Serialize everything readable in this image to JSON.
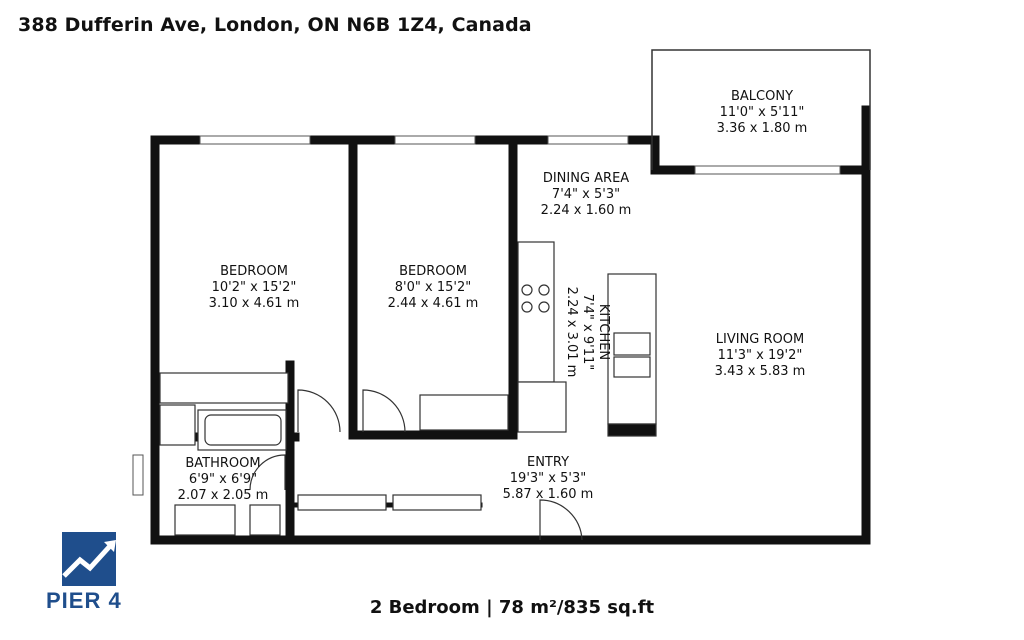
{
  "header": {
    "address": "388 Dufferin Ave, London, ON N6B 1Z4, Canada"
  },
  "footer": {
    "summary": "2 Bedroom | 78 m²/835 sq.ft"
  },
  "logo": {
    "name": "PIER 4",
    "icon": "rising-arrow-icon"
  },
  "rooms": {
    "bedroom1": {
      "name": "BEDROOM",
      "imperial": "10'2\" x 15'2\"",
      "metric": "3.10 x 4.61 m"
    },
    "bedroom2": {
      "name": "BEDROOM",
      "imperial": "8'0\" x 15'2\"",
      "metric": "2.44 x 4.61 m"
    },
    "dining": {
      "name": "DINING AREA",
      "imperial": "7'4\" x 5'3\"",
      "metric": "2.24 x 1.60 m"
    },
    "balcony": {
      "name": "BALCONY",
      "imperial": "11'0\" x 5'11\"",
      "metric": "3.36 x 1.80 m"
    },
    "kitchen": {
      "name": "KITCHEN",
      "imperial": "7'4\" x 9'11\"",
      "metric": "2.24 x 3.01 m"
    },
    "living": {
      "name": "LIVING ROOM",
      "imperial": "11'3\" x 19'2\"",
      "metric": "3.43 x 5.83 m"
    },
    "bathroom": {
      "name": "BATHROOM",
      "imperial": "6'9\" x 6'9\"",
      "metric": "2.07 x 2.05 m"
    },
    "entry": {
      "name": "ENTRY",
      "imperial": "19'3\" x 5'3\"",
      "metric": "5.87 x 1.60 m"
    }
  },
  "colors": {
    "wall": "#111111",
    "logo_blue": "#1f4e8c",
    "window": "#9a9a9a"
  }
}
